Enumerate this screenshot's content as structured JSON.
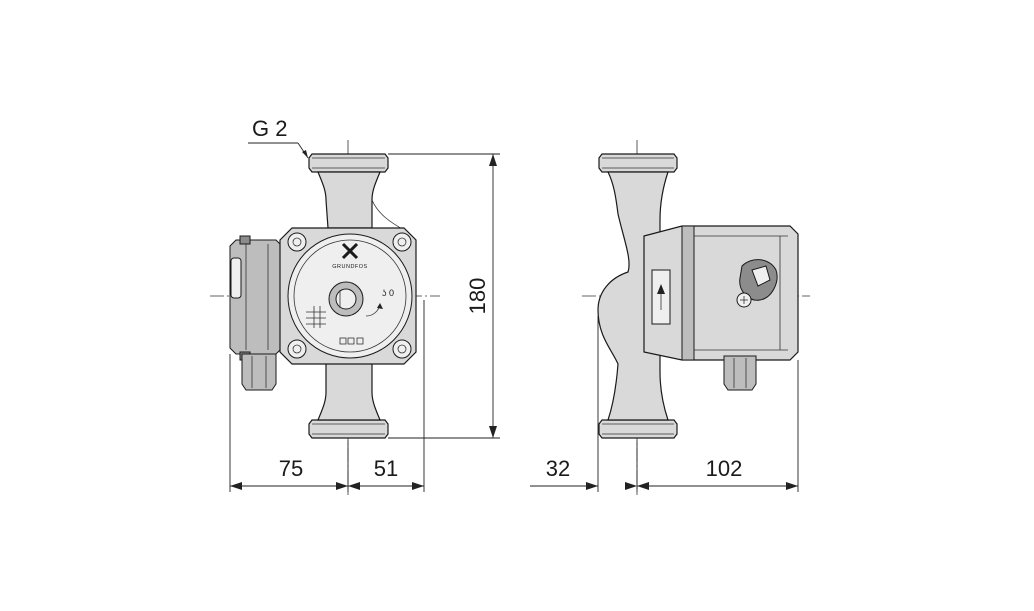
{
  "thread_label": "G 2",
  "dimensions": {
    "height": "180",
    "left_half": "75",
    "right_half": "51",
    "side_offset": "32",
    "side_depth": "102"
  },
  "brand_text": "GRUNDFOS"
}
